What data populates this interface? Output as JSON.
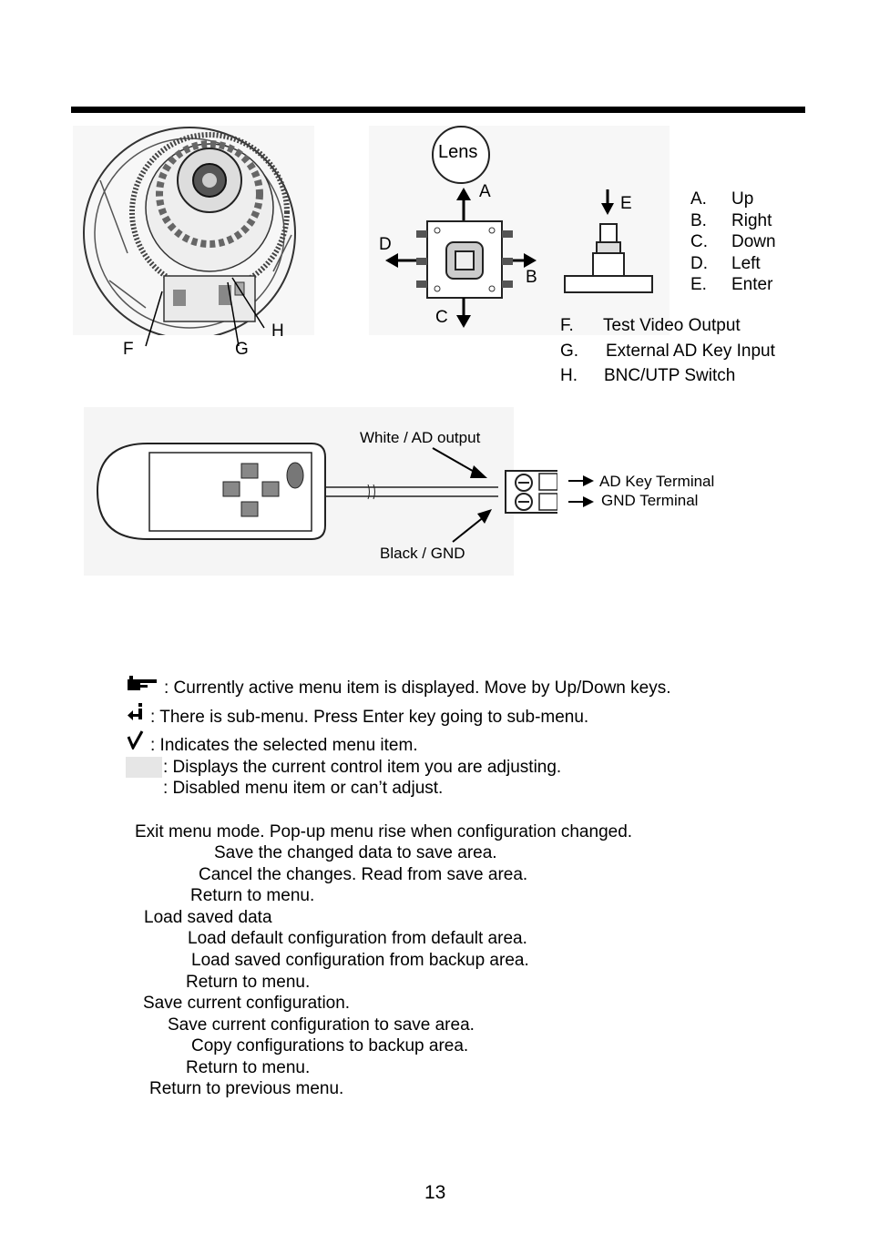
{
  "figure1": {
    "callouts": {
      "f": "F",
      "g": "G",
      "h": "H"
    }
  },
  "joystick": {
    "lens": "Lens",
    "a": "A",
    "b": "B",
    "c": "C",
    "d": "D",
    "e": "E"
  },
  "key_list": [
    {
      "letter": "A.",
      "name": "Up"
    },
    {
      "letter": "B.",
      "name": "Right"
    },
    {
      "letter": "C.",
      "name": "Down"
    },
    {
      "letter": "D.",
      "name": "Left"
    },
    {
      "letter": "E.",
      "name": "Enter"
    }
  ],
  "conn_list": [
    {
      "letter": "F.",
      "name": "Test Video Output"
    },
    {
      "letter": "G.",
      "name": "External AD Key Input"
    },
    {
      "letter": "H.",
      "name": "BNC/UTP Switch"
    }
  ],
  "keypad": {
    "white_label": "White / AD output",
    "black_label": "Black / GND",
    "ad_terminal": "AD Key Terminal",
    "gnd_terminal": "GND Terminal"
  },
  "legend": [
    {
      "icon": "hand-pointer-icon",
      "text": ": Currently active menu item is displayed. Move by Up/Down keys."
    },
    {
      "icon": "enter-arrow-icon",
      "text": ": There is sub-menu. Press Enter key going to sub-menu."
    },
    {
      "icon": "checkmark-icon",
      "text": ": Indicates the selected menu item."
    },
    {
      "icon": "",
      "text": ": Displays the current control item you are adjusting."
    },
    {
      "icon": "",
      "text": ": Disabled menu item or can’t adjust."
    }
  ],
  "menu_lines": [
    "Exit menu mode. Pop-up menu rise when configuration changed.",
    "Save the changed data to save area.",
    "Cancel the changes. Read from save area.",
    "Return to menu.",
    "Load saved data",
    "Load default configuration from default area.",
    "Load saved configuration from backup area.",
    "Return to menu.",
    "Save current configuration.",
    "Save current configuration to save area.",
    "Copy configurations to backup area.",
    "Return to menu.",
    "Return to previous menu."
  ],
  "page_number": "13"
}
